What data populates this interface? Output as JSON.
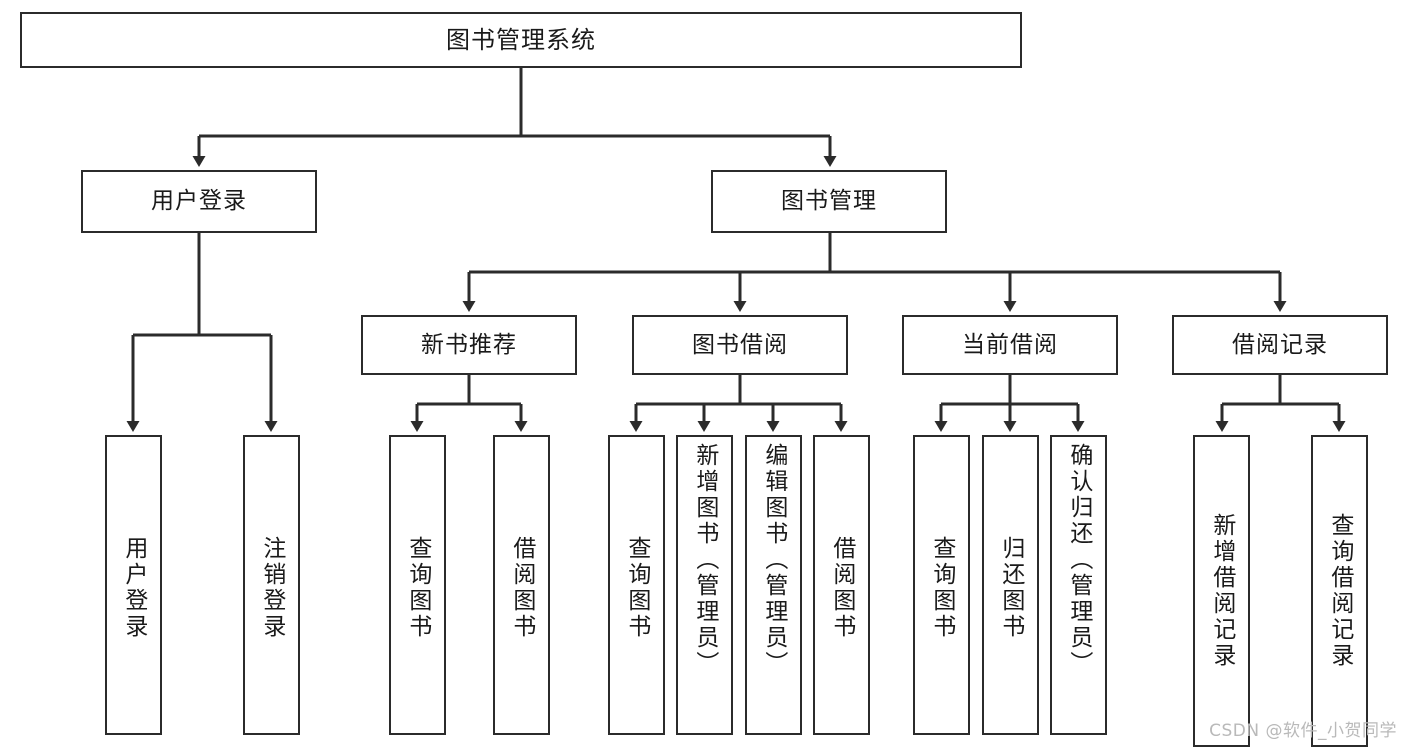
{
  "diagram": {
    "type": "tree-hierarchy-chart",
    "title": "图书管理系统",
    "orientation": "top-down",
    "colors": {
      "box_border": "#2b2b2b",
      "box_fill": "#ffffff",
      "edge": "#2b2b2b",
      "text": "#1a1a1a",
      "watermark": "#b9b9b9",
      "background": "#ffffff"
    },
    "root": {
      "label": "图书管理系统"
    },
    "level2": [
      {
        "label": "用户登录"
      },
      {
        "label": "图书管理"
      }
    ],
    "level3": [
      {
        "label": "新书推荐"
      },
      {
        "label": "图书借阅"
      },
      {
        "label": "当前借阅"
      },
      {
        "label": "借阅记录"
      }
    ],
    "leaves": {
      "user_login": [
        {
          "label": "用户登录"
        },
        {
          "label": "注销登录"
        }
      ],
      "new_book_recommend": [
        {
          "label": "查询图书"
        },
        {
          "label": "借阅图书"
        }
      ],
      "book_borrow": [
        {
          "label": "查询图书"
        },
        {
          "label": "新增图书（管理员）"
        },
        {
          "label": "编辑图书（管理员）"
        },
        {
          "label": "借阅图书"
        }
      ],
      "current_borrow": [
        {
          "label": "查询图书"
        },
        {
          "label": "归还图书"
        },
        {
          "label": "确认归还（管理员）"
        }
      ],
      "borrow_record": [
        {
          "label": "新增借阅记录"
        },
        {
          "label": "查询借阅记录"
        }
      ]
    }
  },
  "watermark": {
    "text": "CSDN @软件_小贺同学"
  }
}
